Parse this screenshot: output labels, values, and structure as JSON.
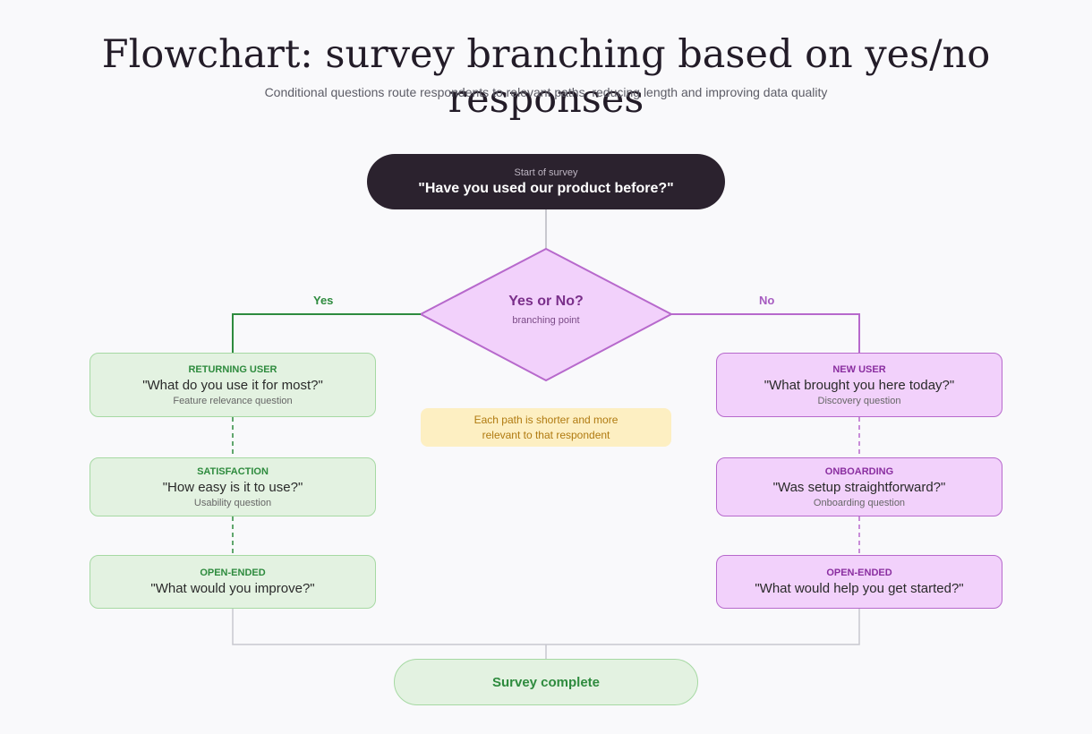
{
  "header": {
    "title": "Flowchart: survey branching based on yes/no responses",
    "subtitle": "Conditional questions route respondents to relevant paths, reducing length and improving data quality"
  },
  "start": {
    "small": "Start of survey",
    "question": "\"Have you used our product before?\""
  },
  "decision": {
    "question": "Yes or No?",
    "label": "branching point"
  },
  "branches": {
    "yes": "Yes",
    "no": "No"
  },
  "yes_path": [
    {
      "tag": "RETURNING USER",
      "question": "\"What do you use it for most?\"",
      "sub": "Feature relevance question"
    },
    {
      "tag": "SATISFACTION",
      "question": "\"How easy is it to use?\"",
      "sub": "Usability question"
    },
    {
      "tag": "OPEN-ENDED",
      "question": "\"What would you improve?\""
    }
  ],
  "no_path": [
    {
      "tag": "NEW USER",
      "question": "\"What brought you here today?\"",
      "sub": "Discovery question"
    },
    {
      "tag": "ONBOARDING",
      "question": "\"Was setup straightforward?\"",
      "sub": "Onboarding question"
    },
    {
      "tag": "OPEN-ENDED",
      "question": "\"What would help you get started?\""
    }
  ],
  "note": {
    "line1": "Each path is shorter and more",
    "line2": "relevant to that respondent"
  },
  "end": {
    "label": "Survey complete"
  },
  "colors": {
    "dark": "#2b222e",
    "yes_green": "#2e8b3e",
    "no_purple": "#a65bc0",
    "green_fill": "#e3f2e1",
    "purple_fill": "#f2d1fb",
    "note_fill": "#fdefc2"
  }
}
